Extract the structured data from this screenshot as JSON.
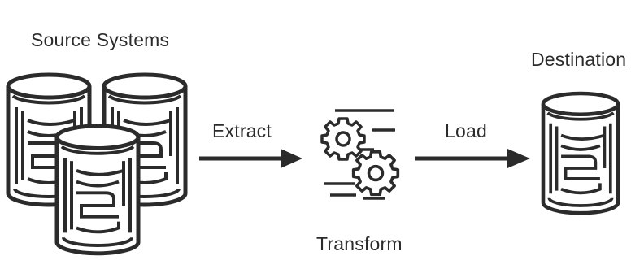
{
  "labels": {
    "source": "Source Systems",
    "extract": "Extract",
    "transform": "Transform",
    "load": "Load",
    "destination": "Destination"
  },
  "colors": {
    "ink": "#2b2b2b",
    "background": "#ffffff"
  },
  "icons": {
    "source_databases": "database-icon",
    "transform": "gears-icon",
    "destination_database": "database-icon",
    "flow": "arrow-right-icon"
  }
}
